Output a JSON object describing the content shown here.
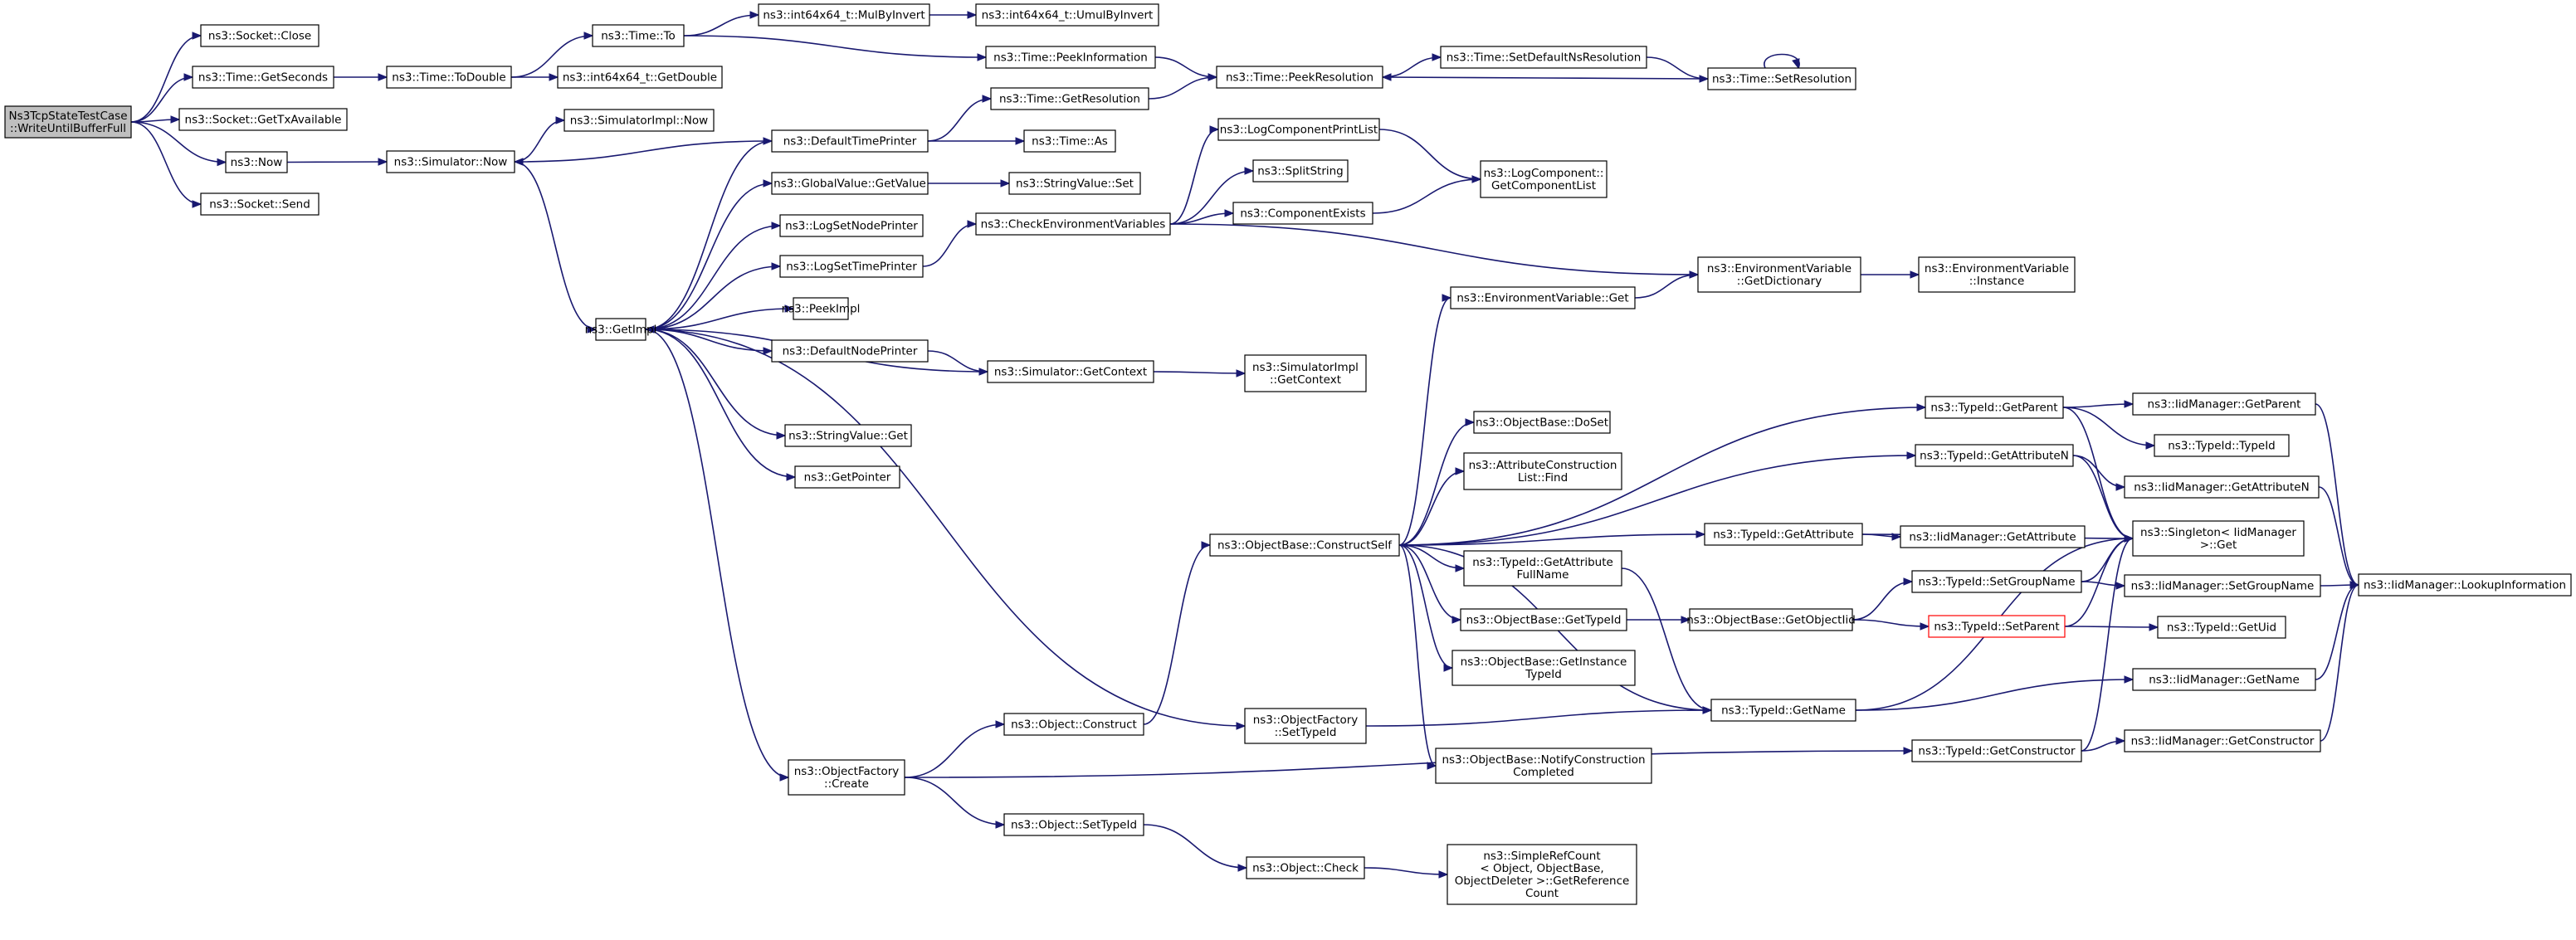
{
  "nodes": [
    {
      "id": "root",
      "lines": [
        "Ns3TcpStateTestCase",
        "::WriteUntilBufferFull"
      ],
      "style": "root"
    },
    {
      "id": "socket_close",
      "lines": [
        "ns3::Socket::Close"
      ]
    },
    {
      "id": "time_getseconds",
      "lines": [
        "ns3::Time::GetSeconds"
      ]
    },
    {
      "id": "socket_gettxavail",
      "lines": [
        "ns3::Socket::GetTxAvailable"
      ]
    },
    {
      "id": "now",
      "lines": [
        "ns3::Now"
      ]
    },
    {
      "id": "socket_send",
      "lines": [
        "ns3::Socket::Send"
      ]
    },
    {
      "id": "time_to",
      "lines": [
        "ns3::Time::To"
      ]
    },
    {
      "id": "time_todouble",
      "lines": [
        "ns3::Time::ToDouble"
      ]
    },
    {
      "id": "int64_mulbyinvert",
      "lines": [
        "ns3::int64x64_t::MulByInvert"
      ]
    },
    {
      "id": "int64_umulbyinvert",
      "lines": [
        "ns3::int64x64_t::UmulByInvert"
      ]
    },
    {
      "id": "int64_getdouble",
      "lines": [
        "ns3::int64x64_t::GetDouble"
      ]
    },
    {
      "id": "time_peekinfo",
      "lines": [
        "ns3::Time::PeekInformation"
      ]
    },
    {
      "id": "time_peekres",
      "lines": [
        "ns3::Time::PeekResolution"
      ]
    },
    {
      "id": "time_setdefaultns",
      "lines": [
        "ns3::Time::SetDefaultNsResolution"
      ]
    },
    {
      "id": "time_setres",
      "lines": [
        "ns3::Time::SetResolution"
      ]
    },
    {
      "id": "simimpl_now",
      "lines": [
        "ns3::SimulatorImpl::Now"
      ]
    },
    {
      "id": "simulator_now",
      "lines": [
        "ns3::Simulator::Now"
      ]
    },
    {
      "id": "default_time_printer",
      "lines": [
        "ns3::DefaultTimePrinter"
      ]
    },
    {
      "id": "time_getres",
      "lines": [
        "ns3::Time::GetResolution"
      ]
    },
    {
      "id": "time_as",
      "lines": [
        "ns3::Time::As"
      ]
    },
    {
      "id": "globalvalue_get",
      "lines": [
        "ns3::GlobalValue::GetValue"
      ]
    },
    {
      "id": "stringvalue_set",
      "lines": [
        "ns3::StringValue::Set"
      ]
    },
    {
      "id": "log_set_node_printer",
      "lines": [
        "ns3::LogSetNodePrinter"
      ]
    },
    {
      "id": "log_set_time_printer",
      "lines": [
        "ns3::LogSetTimePrinter"
      ]
    },
    {
      "id": "check_env",
      "lines": [
        "ns3::CheckEnvironmentVariables"
      ]
    },
    {
      "id": "log_comp_printlist",
      "lines": [
        "ns3::LogComponentPrintList"
      ]
    },
    {
      "id": "split_string",
      "lines": [
        "ns3::SplitString"
      ]
    },
    {
      "id": "component_exists",
      "lines": [
        "ns3::ComponentExists"
      ]
    },
    {
      "id": "logcomp_getlist",
      "lines": [
        "ns3::LogComponent::",
        "GetComponentList"
      ]
    },
    {
      "id": "get_impl",
      "lines": [
        "ns3::GetImpl"
      ]
    },
    {
      "id": "peek_impl",
      "lines": [
        "ns3::PeekImpl"
      ]
    },
    {
      "id": "default_node_printer",
      "lines": [
        "ns3::DefaultNodePrinter"
      ]
    },
    {
      "id": "simulator_getcontext",
      "lines": [
        "ns3::Simulator::GetContext"
      ]
    },
    {
      "id": "simimpl_getcontext",
      "lines": [
        "ns3::SimulatorImpl",
        "::GetContext"
      ]
    },
    {
      "id": "stringvalue_get",
      "lines": [
        "ns3::StringValue::Get"
      ]
    },
    {
      "id": "get_pointer",
      "lines": [
        "ns3::GetPointer"
      ]
    },
    {
      "id": "envvar_getdict",
      "lines": [
        "ns3::EnvironmentVariable",
        "::GetDictionary"
      ]
    },
    {
      "id": "envvar_instance",
      "lines": [
        "ns3::EnvironmentVariable",
        "::Instance"
      ]
    },
    {
      "id": "envvar_get",
      "lines": [
        "ns3::EnvironmentVariable::Get"
      ]
    },
    {
      "id": "typeid_getparent",
      "lines": [
        "ns3::TypeId::GetParent"
      ]
    },
    {
      "id": "iid_getparent",
      "lines": [
        "ns3::IidManager::GetParent"
      ]
    },
    {
      "id": "typeid_typeid",
      "lines": [
        "ns3::TypeId::TypeId"
      ]
    },
    {
      "id": "typeid_getattrn",
      "lines": [
        "ns3::TypeId::GetAttributeN"
      ]
    },
    {
      "id": "iid_getattrn",
      "lines": [
        "ns3::IidManager::GetAttributeN"
      ]
    },
    {
      "id": "objbase_doset",
      "lines": [
        "ns3::ObjectBase::DoSet"
      ]
    },
    {
      "id": "attr_construction_find",
      "lines": [
        "ns3::AttributeConstruction",
        "List::Find"
      ]
    },
    {
      "id": "objbase_constructself",
      "lines": [
        "ns3::ObjectBase::ConstructSelf"
      ]
    },
    {
      "id": "typeid_getattr",
      "lines": [
        "ns3::TypeId::GetAttribute"
      ]
    },
    {
      "id": "iid_getattr",
      "lines": [
        "ns3::IidManager::GetAttribute"
      ]
    },
    {
      "id": "singleton_get",
      "lines": [
        "ns3::Singleton< IidManager",
        "  >::Get"
      ]
    },
    {
      "id": "typeid_getattrfullname",
      "lines": [
        "ns3::TypeId::GetAttribute",
        "FullName"
      ]
    },
    {
      "id": "typeid_setgroupname",
      "lines": [
        "ns3::TypeId::SetGroupName"
      ]
    },
    {
      "id": "iid_setgroupname",
      "lines": [
        "ns3::IidManager::SetGroupName"
      ]
    },
    {
      "id": "iid_lookupinfo",
      "lines": [
        "ns3::IidManager::LookupInformation"
      ]
    },
    {
      "id": "objbase_gettypeid",
      "lines": [
        "ns3::ObjectBase::GetTypeId"
      ]
    },
    {
      "id": "objbase_getobjectiid",
      "lines": [
        "ns3::ObjectBase::GetObjectIid"
      ]
    },
    {
      "id": "typeid_setparent",
      "lines": [
        "ns3::TypeId::SetParent"
      ],
      "style": "red"
    },
    {
      "id": "typeid_getuid",
      "lines": [
        "ns3::TypeId::GetUid"
      ]
    },
    {
      "id": "objbase_getinstancetypeid",
      "lines": [
        "ns3::ObjectBase::GetInstance",
        "TypeId"
      ]
    },
    {
      "id": "typeid_getname",
      "lines": [
        "ns3::TypeId::GetName"
      ]
    },
    {
      "id": "iid_getname",
      "lines": [
        "ns3::IidManager::GetName"
      ]
    },
    {
      "id": "object_construct",
      "lines": [
        "ns3::Object::Construct"
      ]
    },
    {
      "id": "objfactory_settypeid",
      "lines": [
        "ns3::ObjectFactory",
        "::SetTypeId"
      ]
    },
    {
      "id": "objbase_notifyconstruction",
      "lines": [
        "ns3::ObjectBase::NotifyConstruction",
        "Completed"
      ]
    },
    {
      "id": "typeid_getconstructor",
      "lines": [
        "ns3::TypeId::GetConstructor"
      ]
    },
    {
      "id": "iid_getconstructor",
      "lines": [
        "ns3::IidManager::GetConstructor"
      ]
    },
    {
      "id": "objfactory_create",
      "lines": [
        "ns3::ObjectFactory",
        "::Create"
      ]
    },
    {
      "id": "object_settypeid",
      "lines": [
        "ns3::Object::SetTypeId"
      ]
    },
    {
      "id": "object_check",
      "lines": [
        "ns3::Object::Check"
      ]
    },
    {
      "id": "simplerefcount_getref",
      "lines": [
        "ns3::SimpleRefCount",
        "< Object, ObjectBase,",
        "ObjectDeleter >::GetReference",
        "Count"
      ]
    }
  ],
  "edges": [
    [
      "root",
      "socket_close"
    ],
    [
      "root",
      "time_getseconds"
    ],
    [
      "root",
      "socket_gettxavail"
    ],
    [
      "root",
      "now"
    ],
    [
      "root",
      "socket_send"
    ],
    [
      "time_getseconds",
      "time_todouble"
    ],
    [
      "time_todouble",
      "time_to"
    ],
    [
      "time_todouble",
      "int64_getdouble"
    ],
    [
      "time_to",
      "int64_mulbyinvert"
    ],
    [
      "time_to",
      "time_peekinfo"
    ],
    [
      "int64_mulbyinvert",
      "int64_umulbyinvert"
    ],
    [
      "time_peekinfo",
      "time_peekres"
    ],
    [
      "time_peekres",
      "time_setdefaultns"
    ],
    [
      "time_setdefaultns",
      "time_setres"
    ],
    [
      "time_setres",
      "time_peekres"
    ],
    [
      "time_setres",
      "time_setres"
    ],
    [
      "now",
      "simulator_now"
    ],
    [
      "simulator_now",
      "simimpl_now"
    ],
    [
      "simulator_now",
      "get_impl"
    ],
    [
      "default_time_printer",
      "simulator_now"
    ],
    [
      "default_time_printer",
      "time_getres"
    ],
    [
      "default_time_printer",
      "time_as"
    ],
    [
      "time_getres",
      "time_peekres"
    ],
    [
      "globalvalue_get",
      "stringvalue_set"
    ],
    [
      "log_set_time_printer",
      "check_env"
    ],
    [
      "check_env",
      "log_comp_printlist"
    ],
    [
      "check_env",
      "split_string"
    ],
    [
      "check_env",
      "component_exists"
    ],
    [
      "check_env",
      "envvar_getdict"
    ],
    [
      "log_comp_printlist",
      "logcomp_getlist"
    ],
    [
      "component_exists",
      "logcomp_getlist"
    ],
    [
      "envvar_getdict",
      "envvar_instance"
    ],
    [
      "envvar_get",
      "envvar_getdict"
    ],
    [
      "get_impl",
      "default_time_printer"
    ],
    [
      "get_impl",
      "globalvalue_get"
    ],
    [
      "get_impl",
      "log_set_node_printer"
    ],
    [
      "get_impl",
      "log_set_time_printer"
    ],
    [
      "get_impl",
      "peek_impl"
    ],
    [
      "get_impl",
      "default_node_printer"
    ],
    [
      "get_impl",
      "stringvalue_get"
    ],
    [
      "get_impl",
      "get_pointer"
    ],
    [
      "get_impl",
      "objfactory_create"
    ],
    [
      "get_impl",
      "objfactory_settypeid"
    ],
    [
      "default_node_printer",
      "simulator_getcontext"
    ],
    [
      "simulator_getcontext",
      "get_impl"
    ],
    [
      "simulator_getcontext",
      "simimpl_getcontext"
    ],
    [
      "objfactory_create",
      "object_construct"
    ],
    [
      "objfactory_create",
      "object_settypeid"
    ],
    [
      "objfactory_create",
      "typeid_getconstructor"
    ],
    [
      "object_construct",
      "objbase_constructself"
    ],
    [
      "object_settypeid",
      "object_check"
    ],
    [
      "object_check",
      "simplerefcount_getref"
    ],
    [
      "objfactory_settypeid",
      "typeid_getname"
    ],
    [
      "objbase_constructself",
      "envvar_get"
    ],
    [
      "objbase_constructself",
      "typeid_getparent"
    ],
    [
      "objbase_constructself",
      "typeid_getattrn"
    ],
    [
      "objbase_constructself",
      "objbase_doset"
    ],
    [
      "objbase_constructself",
      "attr_construction_find"
    ],
    [
      "objbase_constructself",
      "typeid_getattr"
    ],
    [
      "objbase_constructself",
      "typeid_getattrfullname"
    ],
    [
      "objbase_constructself",
      "objbase_gettypeid"
    ],
    [
      "objbase_constructself",
      "objbase_getinstancetypeid"
    ],
    [
      "objbase_constructself",
      "typeid_getname"
    ],
    [
      "objbase_constructself",
      "objbase_notifyconstruction"
    ],
    [
      "typeid_getparent",
      "iid_getparent"
    ],
    [
      "typeid_getparent",
      "typeid_typeid"
    ],
    [
      "typeid_getparent",
      "singleton_get"
    ],
    [
      "typeid_getattrn",
      "iid_getattrn"
    ],
    [
      "typeid_getattrn",
      "singleton_get"
    ],
    [
      "typeid_getattr",
      "iid_getattr"
    ],
    [
      "typeid_getattr",
      "singleton_get"
    ],
    [
      "typeid_getattrfullname",
      "typeid_getname"
    ],
    [
      "objbase_gettypeid",
      "objbase_getobjectiid"
    ],
    [
      "objbase_getobjectiid",
      "typeid_setgroupname"
    ],
    [
      "objbase_getobjectiid",
      "typeid_setparent"
    ],
    [
      "typeid_setgroupname",
      "iid_setgroupname"
    ],
    [
      "typeid_setgroupname",
      "singleton_get"
    ],
    [
      "typeid_setparent",
      "typeid_getuid"
    ],
    [
      "typeid_setparent",
      "singleton_get"
    ],
    [
      "typeid_getname",
      "iid_getname"
    ],
    [
      "typeid_getname",
      "singleton_get"
    ],
    [
      "typeid_getconstructor",
      "iid_getconstructor"
    ],
    [
      "typeid_getconstructor",
      "singleton_get"
    ],
    [
      "iid_getparent",
      "iid_lookupinfo"
    ],
    [
      "iid_getattrn",
      "iid_lookupinfo"
    ],
    [
      "iid_setgroupname",
      "iid_lookupinfo"
    ],
    [
      "iid_getname",
      "iid_lookupinfo"
    ],
    [
      "iid_getconstructor",
      "iid_lookupinfo"
    ]
  ]
}
